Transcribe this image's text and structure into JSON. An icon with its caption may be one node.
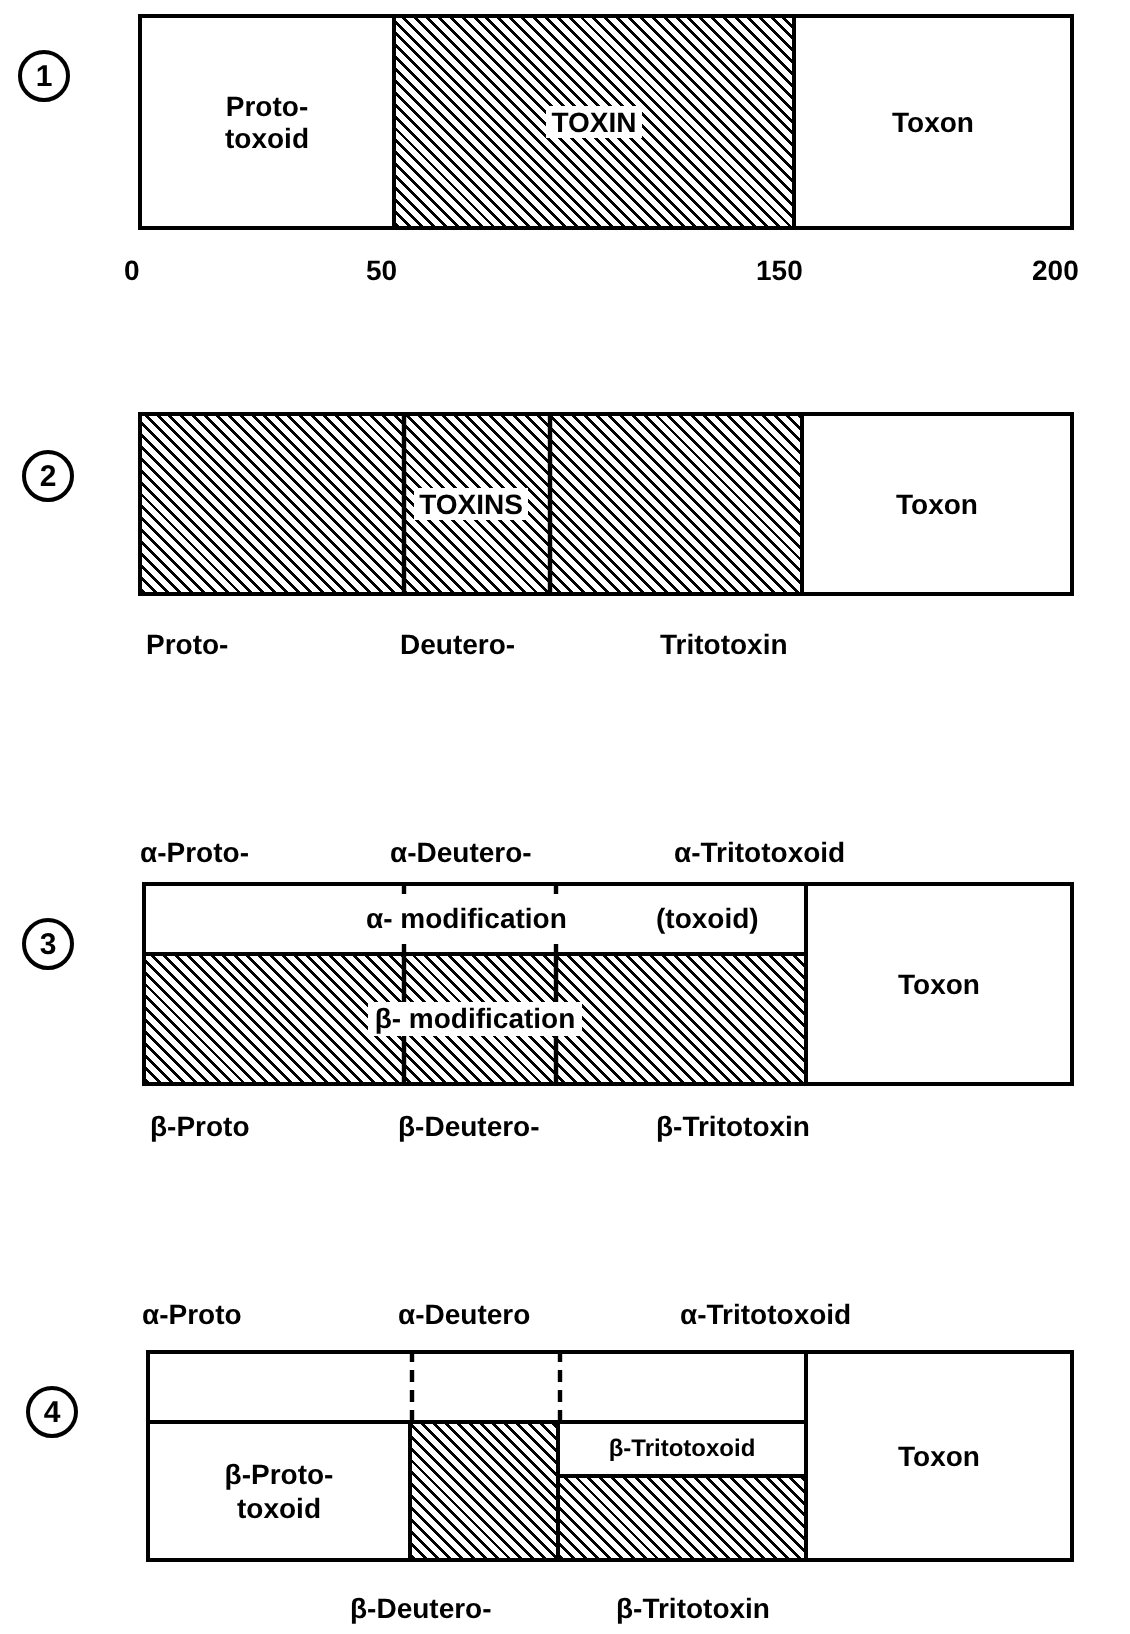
{
  "diagram": {
    "nodes": [
      {
        "text": [
          "Proto- toxoid"
        ]
      },
      {
        "text": [
          "TOXIN"
        ]
      },
      {
        "text": [
          "Toxon"
        ]
      },
      {
        "text": [
          "TOXINS"
        ]
      },
      {
        "text": [
          "Toxon"
        ]
      },
      {
        "text": [
          "α- modification",
          "(toxoid)"
        ]
      },
      {
        "text": [
          "β- modification"
        ]
      },
      {
        "text": [
          "Toxon"
        ]
      },
      {
        "text": [],
        "shape": "box"
      },
      {
        "text": [
          "β-Proto- toxoid"
        ]
      },
      {
        "text": [],
        "shape": "box"
      },
      {
        "text": [
          "β-Tritotoxoid"
        ]
      },
      {
        "text": [],
        "shape": "box"
      },
      {
        "text": [
          "Toxon"
        ]
      }
    ],
    "labels": [
      "1",
      "0",
      "50",
      "150",
      "200",
      "2",
      "Proto-",
      "Deutero-",
      "Tritotoxin",
      "α-Proto-",
      "α-Deutero-",
      "α-Tritotoxoid",
      "3",
      "β-Proto",
      "β-Deutero-",
      "β-Tritotoxin",
      "α-Proto",
      "α-Deutero",
      "α-Tritotoxoid",
      "4",
      "β-Deutero-",
      "β-Tritotoxin"
    ]
  }
}
